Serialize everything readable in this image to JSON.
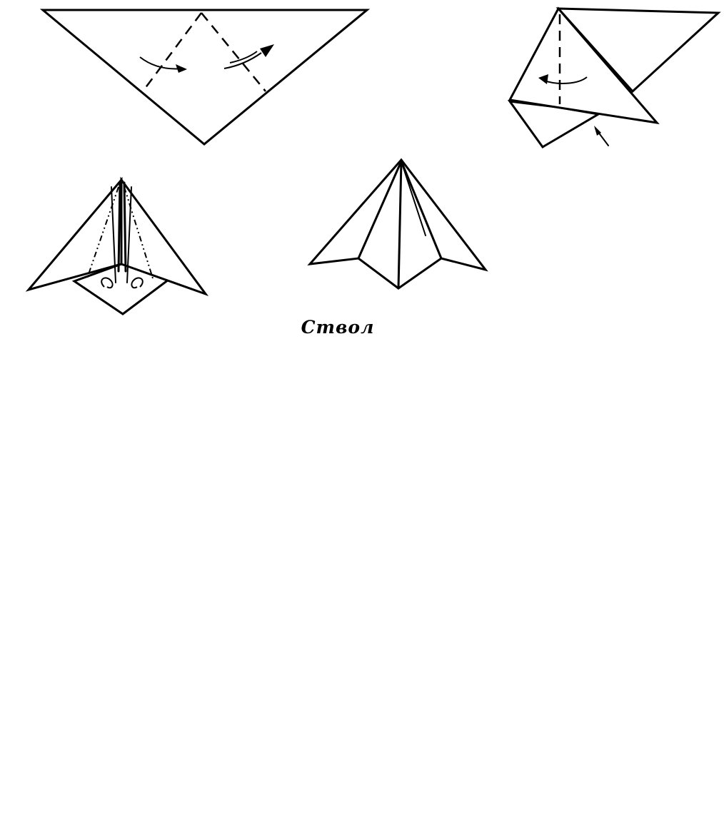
{
  "diagram": {
    "section_label": "Ствол",
    "stroke_color": "#000000",
    "background_color": "#ffffff",
    "steps": [
      {
        "id": "step-1",
        "icon": "triangle-fold-icon"
      },
      {
        "id": "step-2",
        "icon": "corner-fold-icon"
      },
      {
        "id": "step-3",
        "icon": "kite-tuck-icon"
      },
      {
        "id": "step-4",
        "icon": "crown-shape-icon"
      },
      {
        "id": "step-5",
        "icon": "trunk-triangle-fold-icon"
      },
      {
        "id": "step-6",
        "icon": "trunk-kite-icon"
      },
      {
        "id": "step-7",
        "icon": "trunk-result-icon"
      },
      {
        "id": "step-8",
        "icon": "assembled-tree-icon"
      }
    ]
  }
}
